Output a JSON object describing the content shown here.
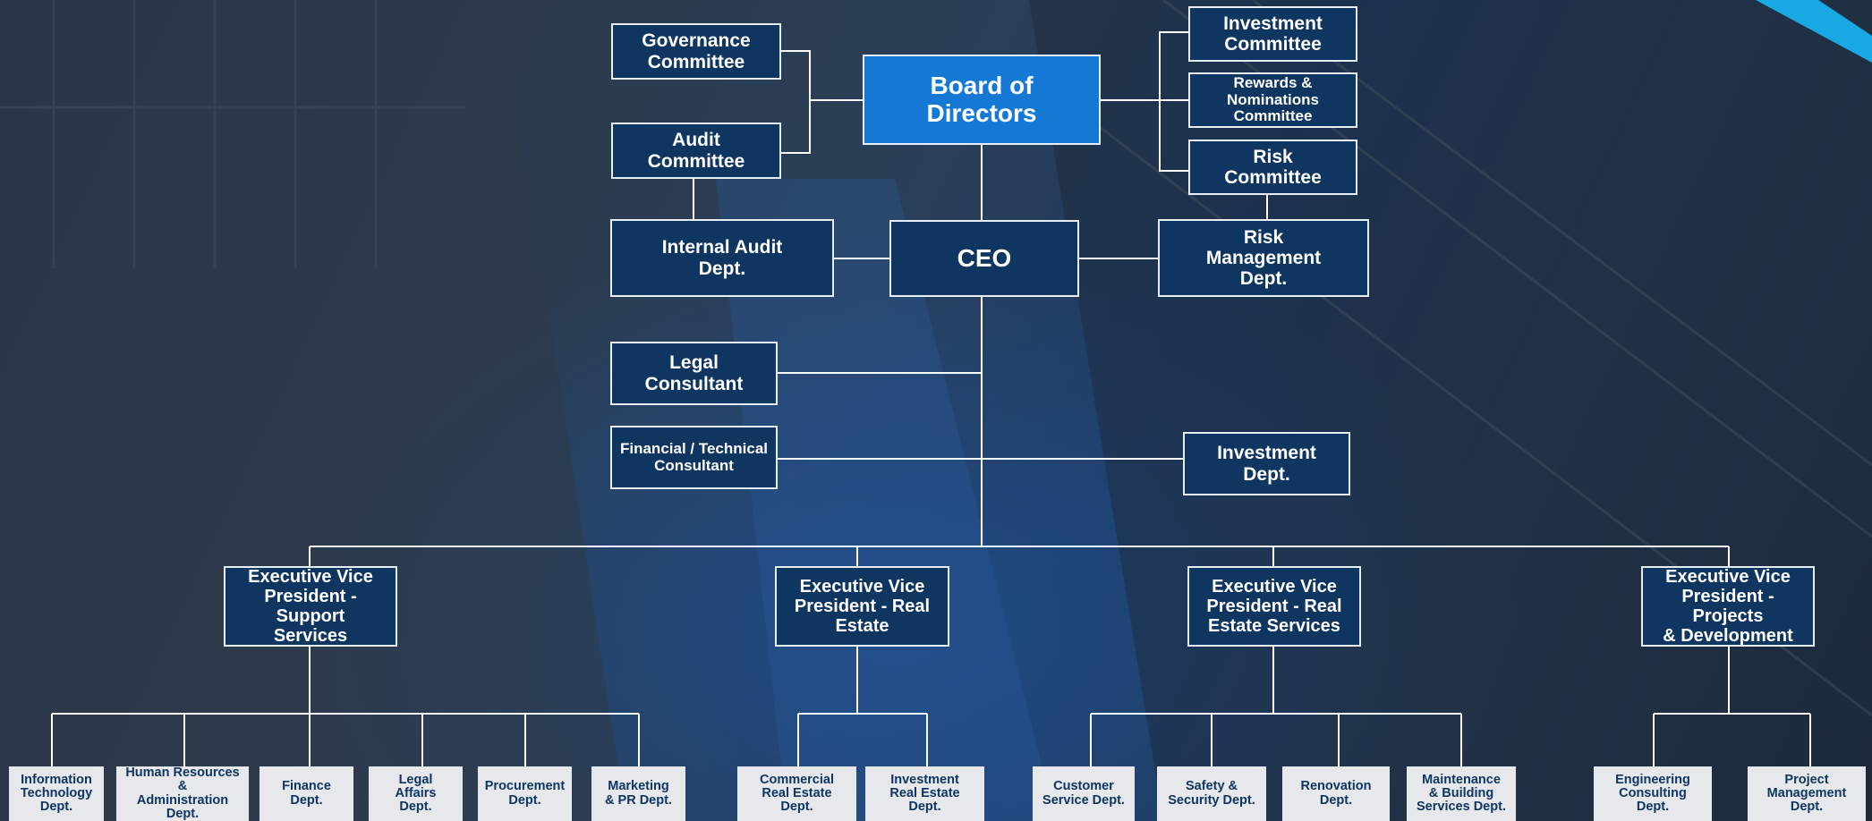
{
  "accent_color": "#1478d4",
  "box_color": "#0f3561",
  "dept_box_color": "#e6e8ec",
  "board": {
    "label": "Board of\nDirectors"
  },
  "ceo": {
    "label": "CEO"
  },
  "committees": {
    "governance": "Governance\nCommittee",
    "audit": "Audit\nCommittee",
    "investment": "Investment\nCommittee",
    "rewards": "Rewards &\nNominations\nCommittee",
    "risk": "Risk\nCommittee"
  },
  "ceo_units": {
    "internal_audit": "Internal Audit\nDept.",
    "risk_management": "Risk\nManagement\nDept.",
    "legal_consultant": "Legal\nConsultant",
    "financial_technical_consultant": "Financial / Technical\nConsultant",
    "investment_dept": "Investment\nDept."
  },
  "evps": [
    {
      "label": "Executive Vice\nPresident - Support\nServices",
      "departments": [
        "Information\nTechnology\nDept.",
        "Human Resources &\nAdministration\nDept.",
        "Finance\nDept.",
        "Legal\nAffairs\nDept.",
        "Procurement\nDept.",
        "Marketing\n& PR Dept."
      ]
    },
    {
      "label": "Executive Vice\nPresident - Real\nEstate",
      "departments": [
        "Commercial\nReal Estate\nDept.",
        "Investment\nReal Estate\nDept."
      ]
    },
    {
      "label": "Executive Vice\nPresident - Real\nEstate Services",
      "departments": [
        "Customer\nService Dept.",
        "Safety &\nSecurity Dept.",
        "Renovation\nDept.",
        "Maintenance\n& Building\nServices Dept."
      ]
    },
    {
      "label": "Executive Vice\nPresident - Projects\n& Development",
      "departments": [
        "Engineering\nConsulting\nDept.",
        "Project\nManagement\nDept."
      ]
    }
  ]
}
